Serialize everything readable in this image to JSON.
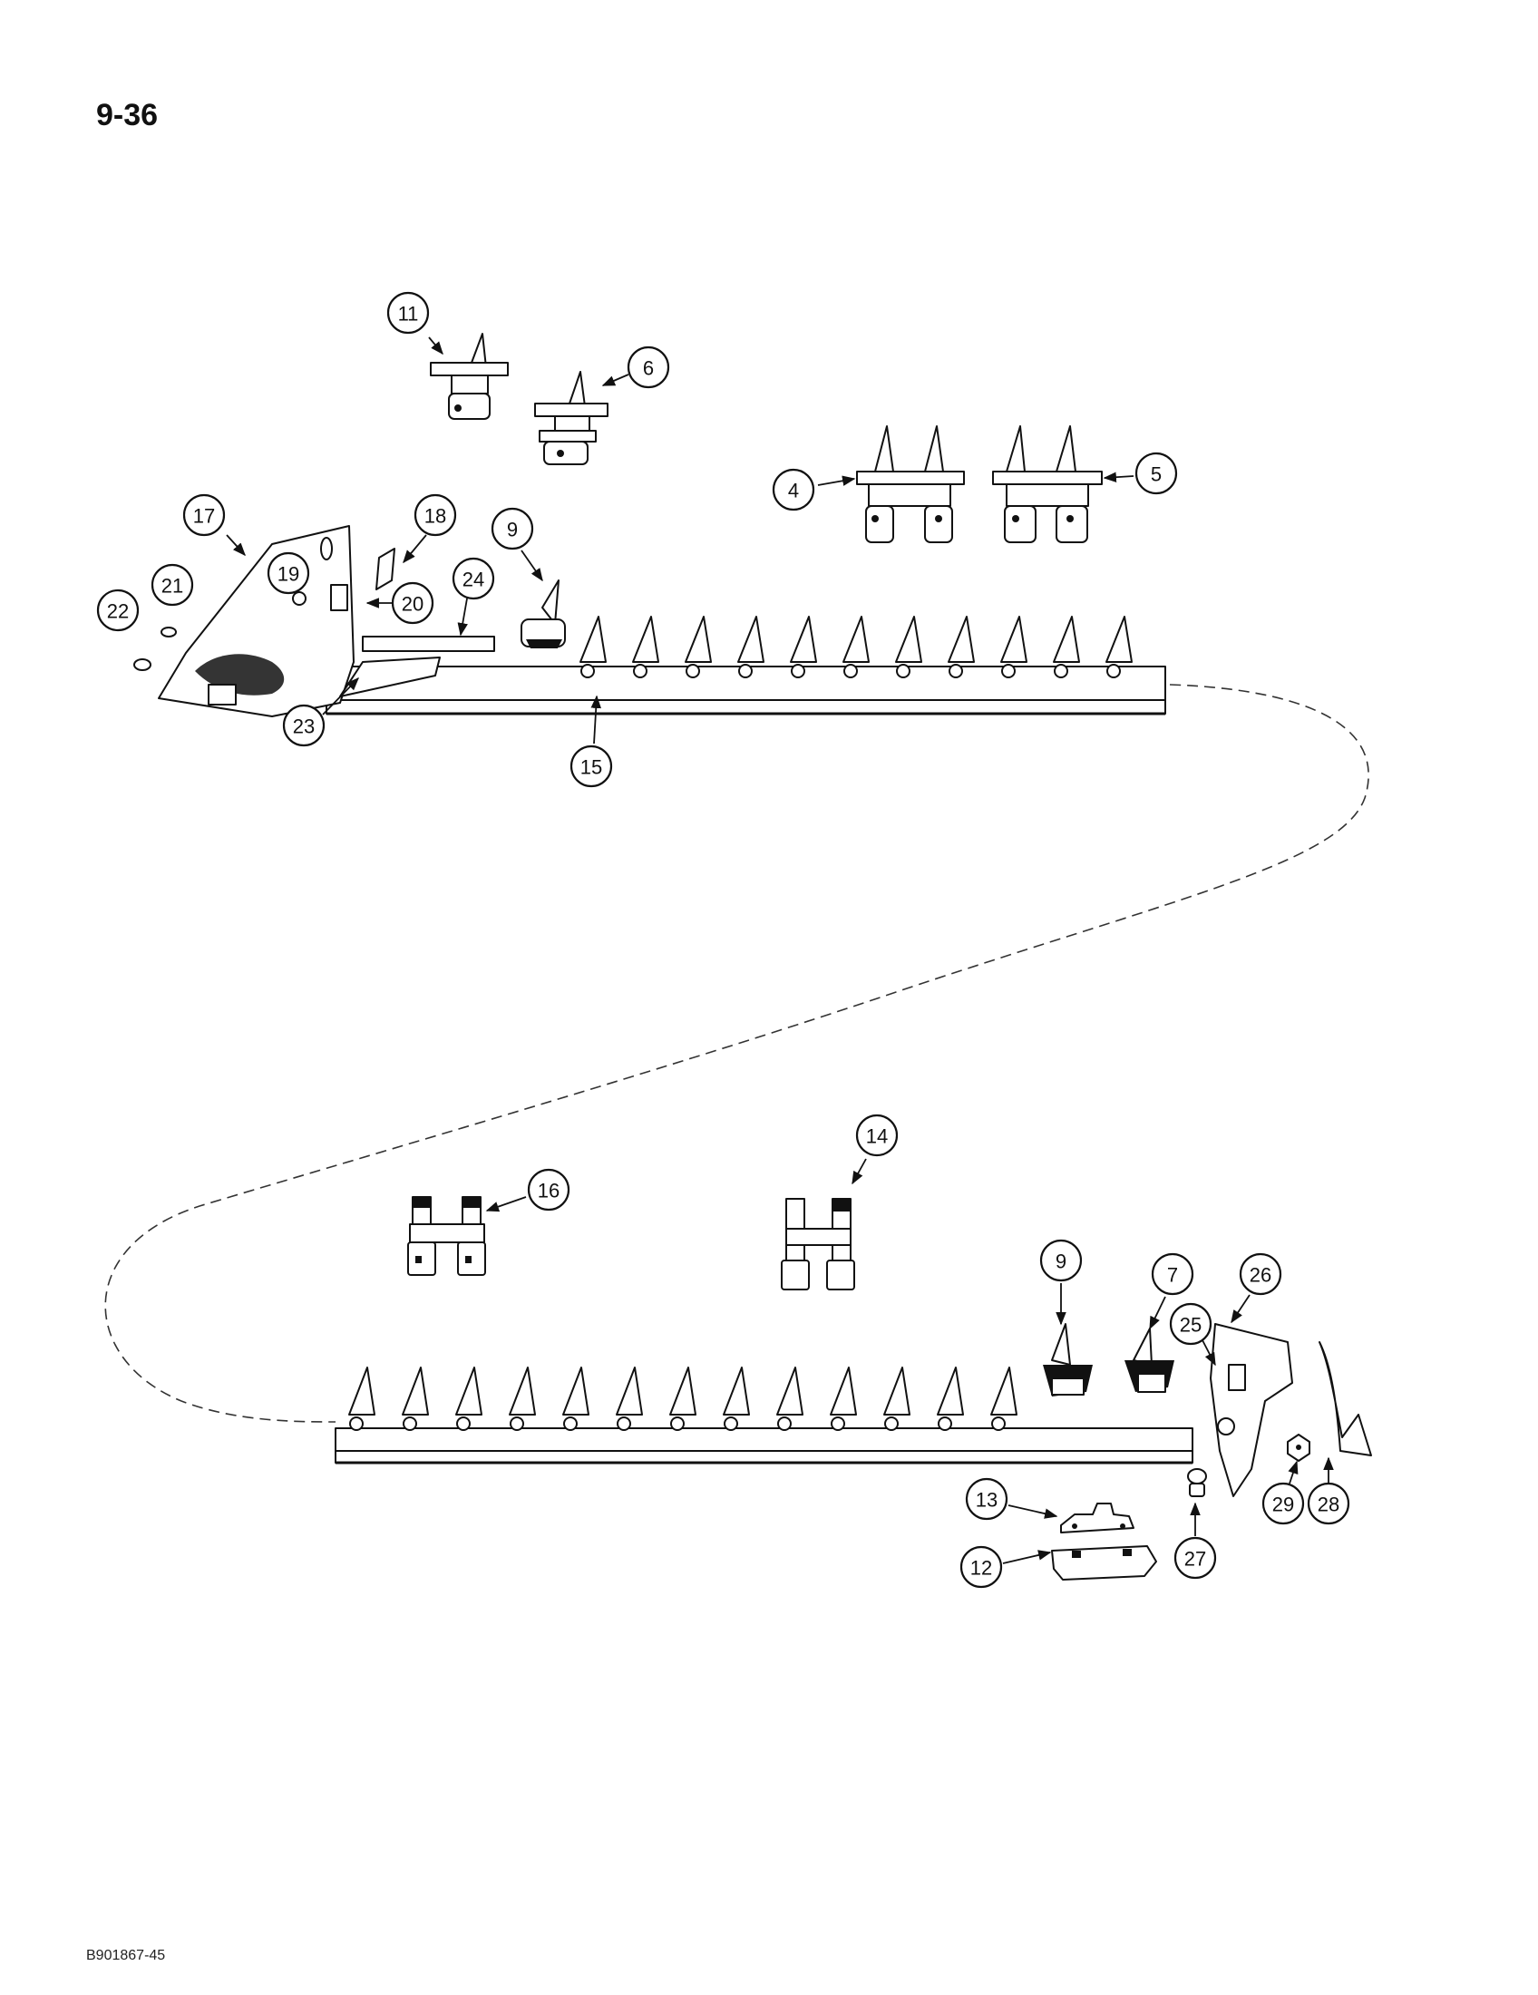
{
  "page": {
    "number": "9-36",
    "figure_code": "B901867-45"
  },
  "callouts": [
    "11",
    "6",
    "4",
    "5",
    "17",
    "18",
    "9",
    "21",
    "19",
    "20",
    "24",
    "22",
    "23",
    "15",
    "14",
    "16",
    "9",
    "7",
    "26",
    "25",
    "29",
    "28",
    "13",
    "27",
    "12"
  ]
}
